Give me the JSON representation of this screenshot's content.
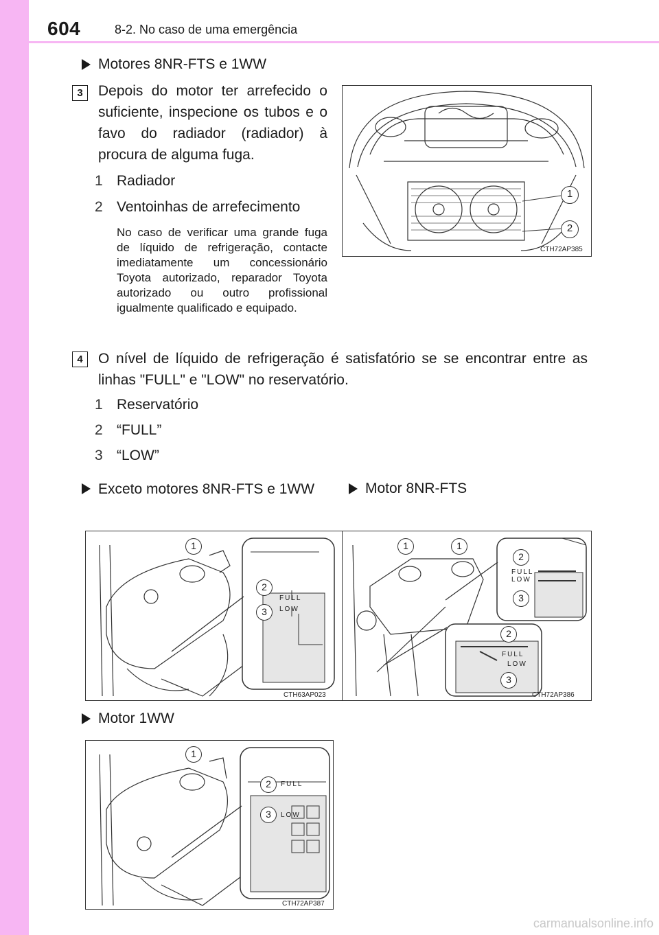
{
  "header": {
    "page_number": "604",
    "section": "8-2. No caso de uma emergência"
  },
  "engines_heading": "Motores 8NR-FTS e 1WW",
  "step3": {
    "number": "3",
    "text": "Depois do motor ter arrefecido o suficiente, inspecione os tubos e o favo do radiador (radiador) à procura de alguma fuga.",
    "items": [
      {
        "num": "1",
        "label": "Radiador"
      },
      {
        "num": "2",
        "label": "Ventoinhas de arrefecimento"
      }
    ],
    "note": "No caso de verificar uma grande fuga de líquido de refrigeração, contacte imediatamente um concessionário Toyota autorizado, reparador Toyota autorizado ou outro profissional igualmente qualificado e equipado.",
    "figure_code": "CTH72AP385"
  },
  "step4": {
    "number": "4",
    "text": "O nível de líquido de refrigeração é satisfatório se se encontrar entre as linhas \"FULL\" e \"LOW\" no reservatório.",
    "items": [
      {
        "num": "1",
        "label": "Reservatório"
      },
      {
        "num": "2",
        "label": "“FULL”"
      },
      {
        "num": "3",
        "label": "“LOW”"
      }
    ]
  },
  "sub_headings": {
    "except": "Exceto motores 8NR-FTS e 1WW",
    "motor_8nr": "Motor 8NR-FTS",
    "motor_1ww": "Motor 1WW"
  },
  "figures": {
    "except_code": "CTH63AP023",
    "motor_8nr_code": "CTH72AP386",
    "motor_1ww_code": "CTH72AP387",
    "full_mark": "FULL",
    "low_mark": "LOW",
    "callouts": [
      "1",
      "2",
      "3"
    ]
  },
  "watermark": "carmanualsonline.info"
}
